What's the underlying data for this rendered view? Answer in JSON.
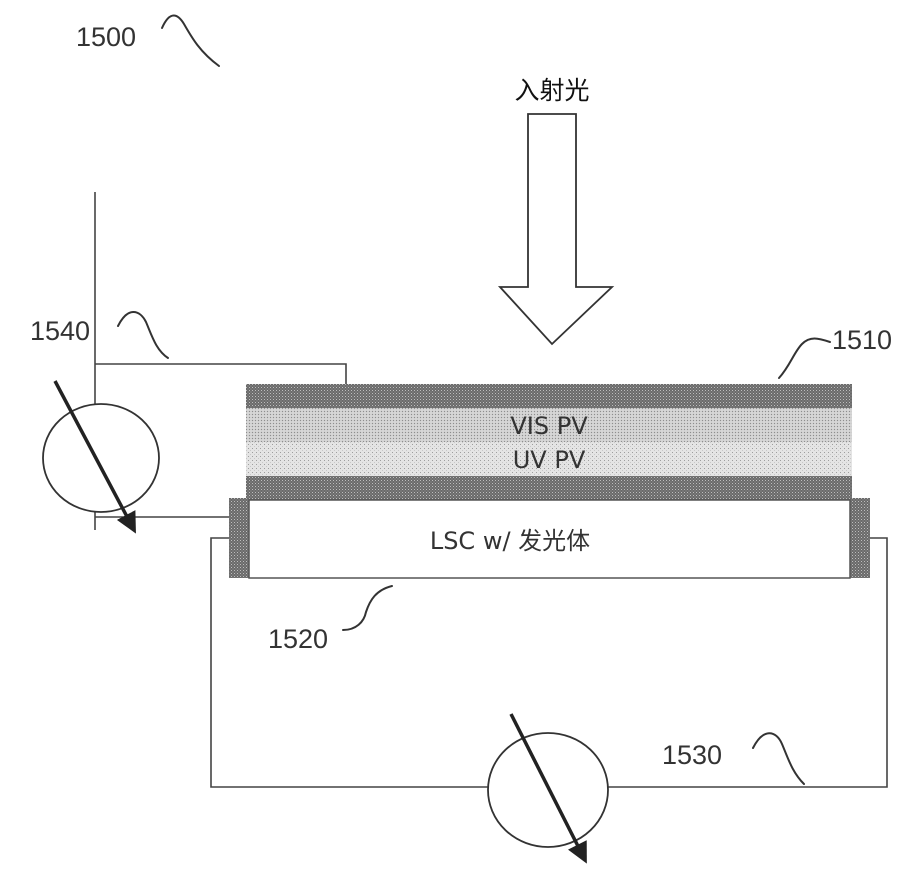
{
  "diagram": {
    "incident_light_label": "入射光",
    "refs": {
      "device": "1500",
      "pv_stack": "1510",
      "lsc": "1520",
      "meter_bottom": "1530",
      "meter_left": "1540"
    },
    "layers": {
      "vis_pv": "VIS PV",
      "uv_pv": "UV PV",
      "lsc": "LSC w/ 发光体"
    }
  }
}
